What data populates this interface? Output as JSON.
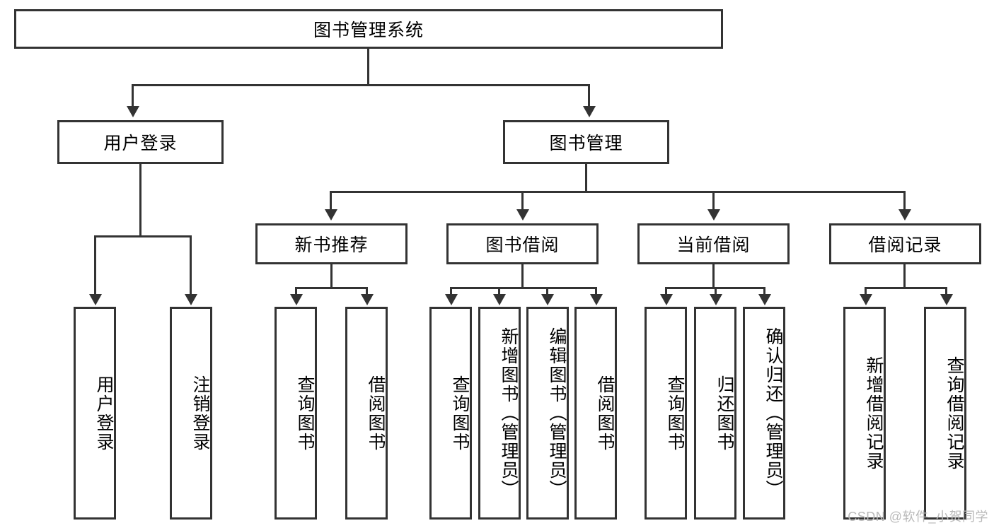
{
  "diagram": {
    "type": "tree",
    "title": "图书管理系统",
    "root": {
      "label": "图书管理系统"
    },
    "level2": [
      {
        "label": "用户登录"
      },
      {
        "label": "图书管理"
      }
    ],
    "level3": [
      {
        "label": "新书推荐"
      },
      {
        "label": "图书借阅"
      },
      {
        "label": "当前借阅"
      },
      {
        "label": "借阅记录"
      }
    ],
    "leaves": {
      "user_login": [
        {
          "label": "用户登录"
        },
        {
          "label": "注销登录"
        }
      ],
      "new_book": [
        {
          "label": "查询图书"
        },
        {
          "label": "借阅图书"
        }
      ],
      "book_borrow": [
        {
          "label": "查询图书"
        },
        {
          "label": "新增图书（管理员）"
        },
        {
          "label": "编辑图书（管理员）"
        },
        {
          "label": "借阅图书"
        }
      ],
      "current_borrow": [
        {
          "label": "查询图书"
        },
        {
          "label": "归还图书"
        },
        {
          "label": "确认归还（管理员）"
        }
      ],
      "borrow_record": [
        {
          "label": "新增借阅记录"
        },
        {
          "label": "查询借阅记录"
        }
      ]
    }
  },
  "watermark": {
    "text": "CSDN @软件_小贺同学"
  },
  "colors": {
    "stroke": "#333333",
    "background": "#ffffff",
    "text": "#000000",
    "watermark": "#b9b9b9"
  }
}
